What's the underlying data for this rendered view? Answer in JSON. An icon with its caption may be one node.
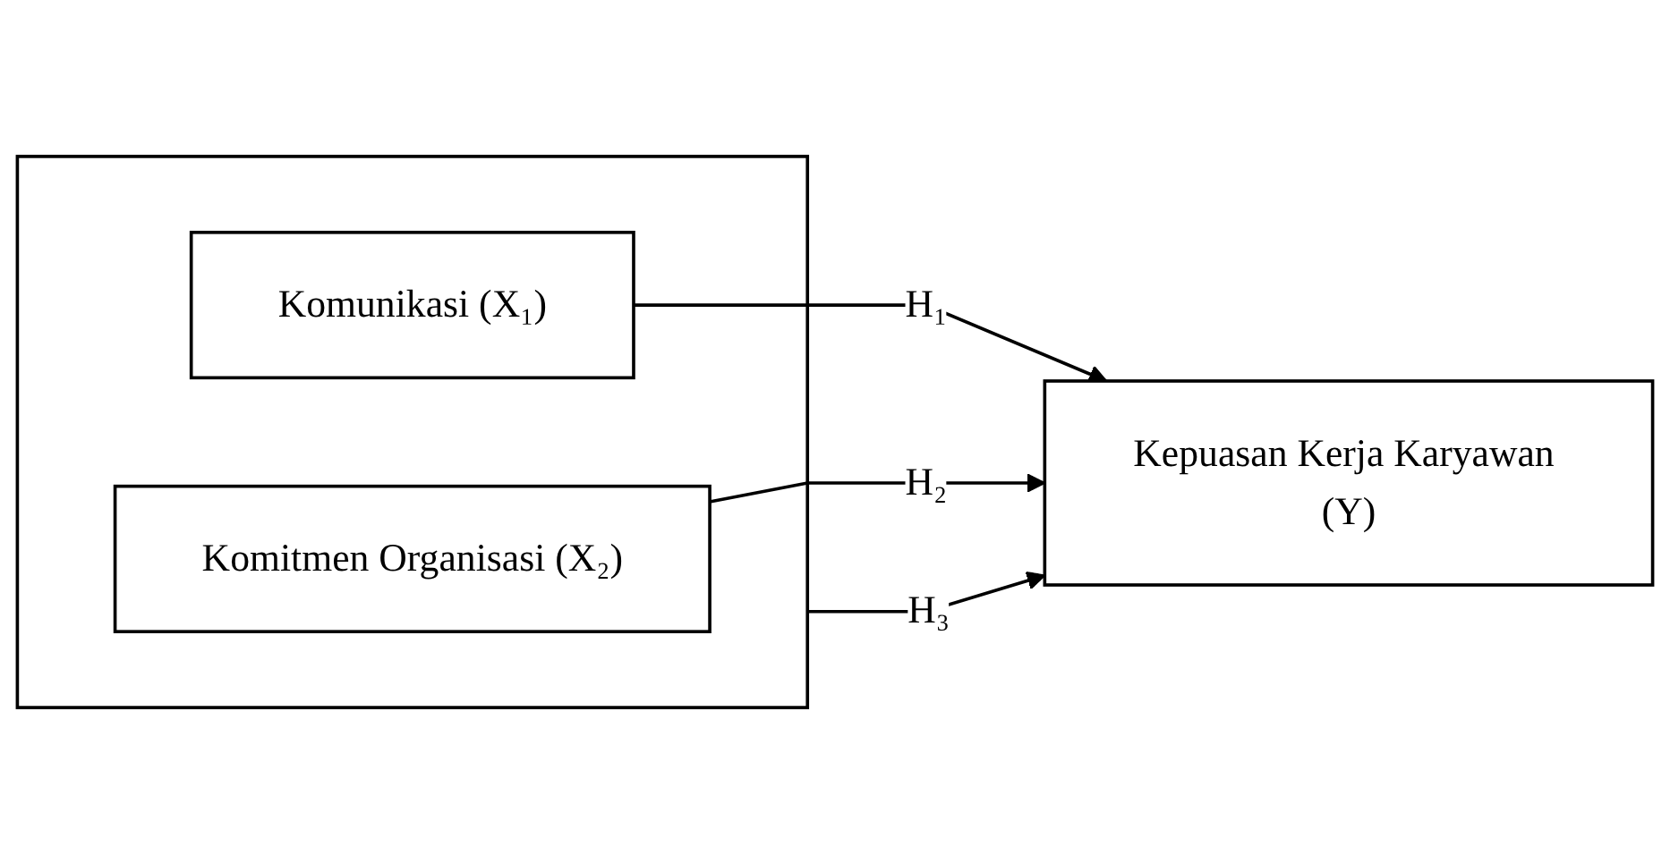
{
  "diagram": {
    "nodes": [
      {
        "text": [],
        "shape": "box"
      },
      {
        "text": [
          "Komunikasi (X₁)"
        ],
        "in": 0
      },
      {
        "text": [
          "Komitmen Organisasi (X₂)"
        ],
        "in": 0
      },
      {
        "text": [
          "Kepuasan Kerja Karyawan (Y)"
        ]
      }
    ],
    "edges": [
      {
        "from": 1,
        "to": 3,
        "arrow": "to",
        "label": "H₁"
      },
      {
        "from": 2,
        "to": 3,
        "arrow": "to",
        "label": "H₂"
      },
      {
        "from": 0,
        "to": 3,
        "arrow": "to",
        "label": "H₃"
      }
    ]
  }
}
